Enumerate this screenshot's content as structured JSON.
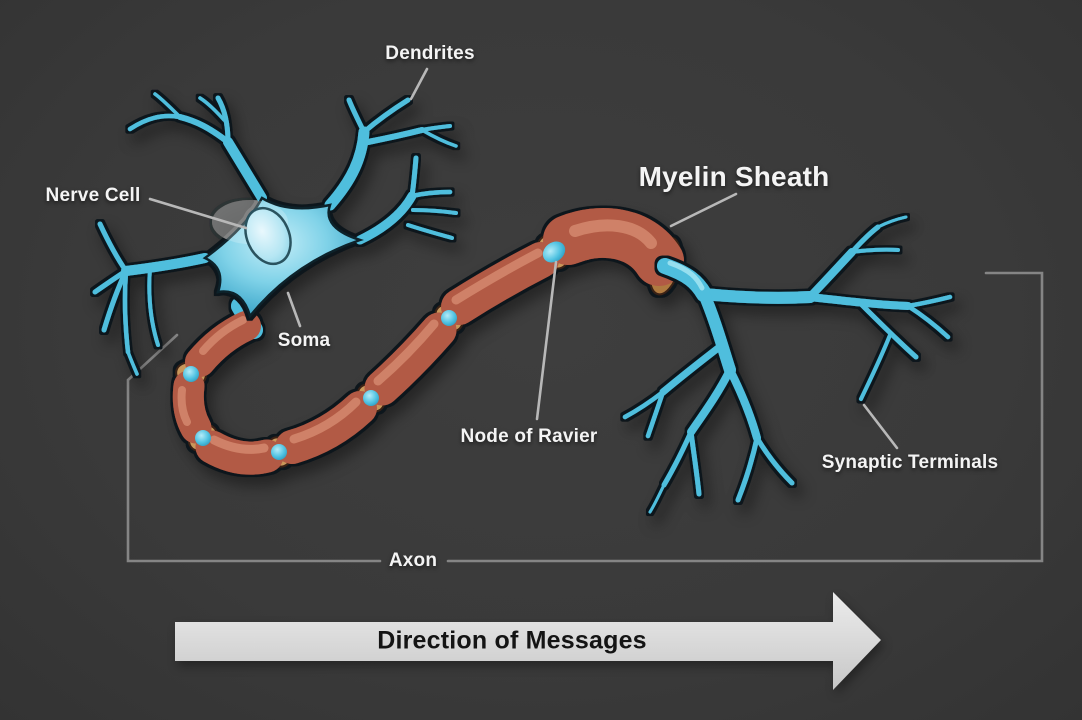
{
  "figure": {
    "type": "labeled-anatomy-diagram",
    "subject": "neuron",
    "labels": {
      "dendrites": "Dendrites",
      "nerve_cell": "Nerve Cell",
      "soma": "Soma",
      "myelin_sheath": "Myelin Sheath",
      "node_of_ranvier": "Node of Ravier",
      "synaptic_terminals": "Synaptic Terminals",
      "axon": "Axon",
      "direction_arrow": "Direction of Messages"
    },
    "colors": {
      "background": "#3a3a3a",
      "neuron_blue": "#4fbedd",
      "neuron_blue_light": "#b9ebf7",
      "myelin_red": "#b25a44",
      "myelin_highlight": "#e09a7d",
      "node_tan": "#c9975a",
      "outline_dark": "#10181c",
      "leader_gray": "#b8b8b8",
      "bracket_gray": "#858585",
      "arrow_fill": "#dcdcdc",
      "label_white": "#f4f4f4",
      "arrow_text": "#141414"
    }
  }
}
